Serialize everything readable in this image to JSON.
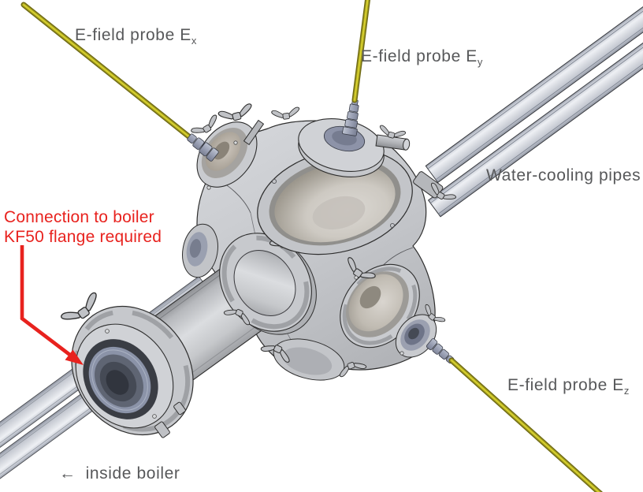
{
  "annotations": {
    "probe_ex": {
      "text": "E-field probe E",
      "sub": "x"
    },
    "probe_ey": {
      "text": "E-field probe E",
      "sub": "y"
    },
    "probe_ez": {
      "text": "E-field probe E",
      "sub": "z"
    },
    "water_pipes": "Water-cooling pipes",
    "boiler_connection": {
      "line1": "Connection to boiler",
      "line2": "KF50 flange required"
    },
    "inside_boiler": {
      "arrow": "←",
      "text": "inside boiler"
    }
  },
  "colors": {
    "annotation_red": "#e8221e",
    "label_gray": "#57585a",
    "probe_yellow": "#a9a322",
    "probe_highlight": "#ddd62f",
    "metal_light": "#cbcdd1",
    "metal_mid": "#a9abaf",
    "feedthrough_blue_gray": "#8d93a8",
    "background": "#ffffff"
  }
}
